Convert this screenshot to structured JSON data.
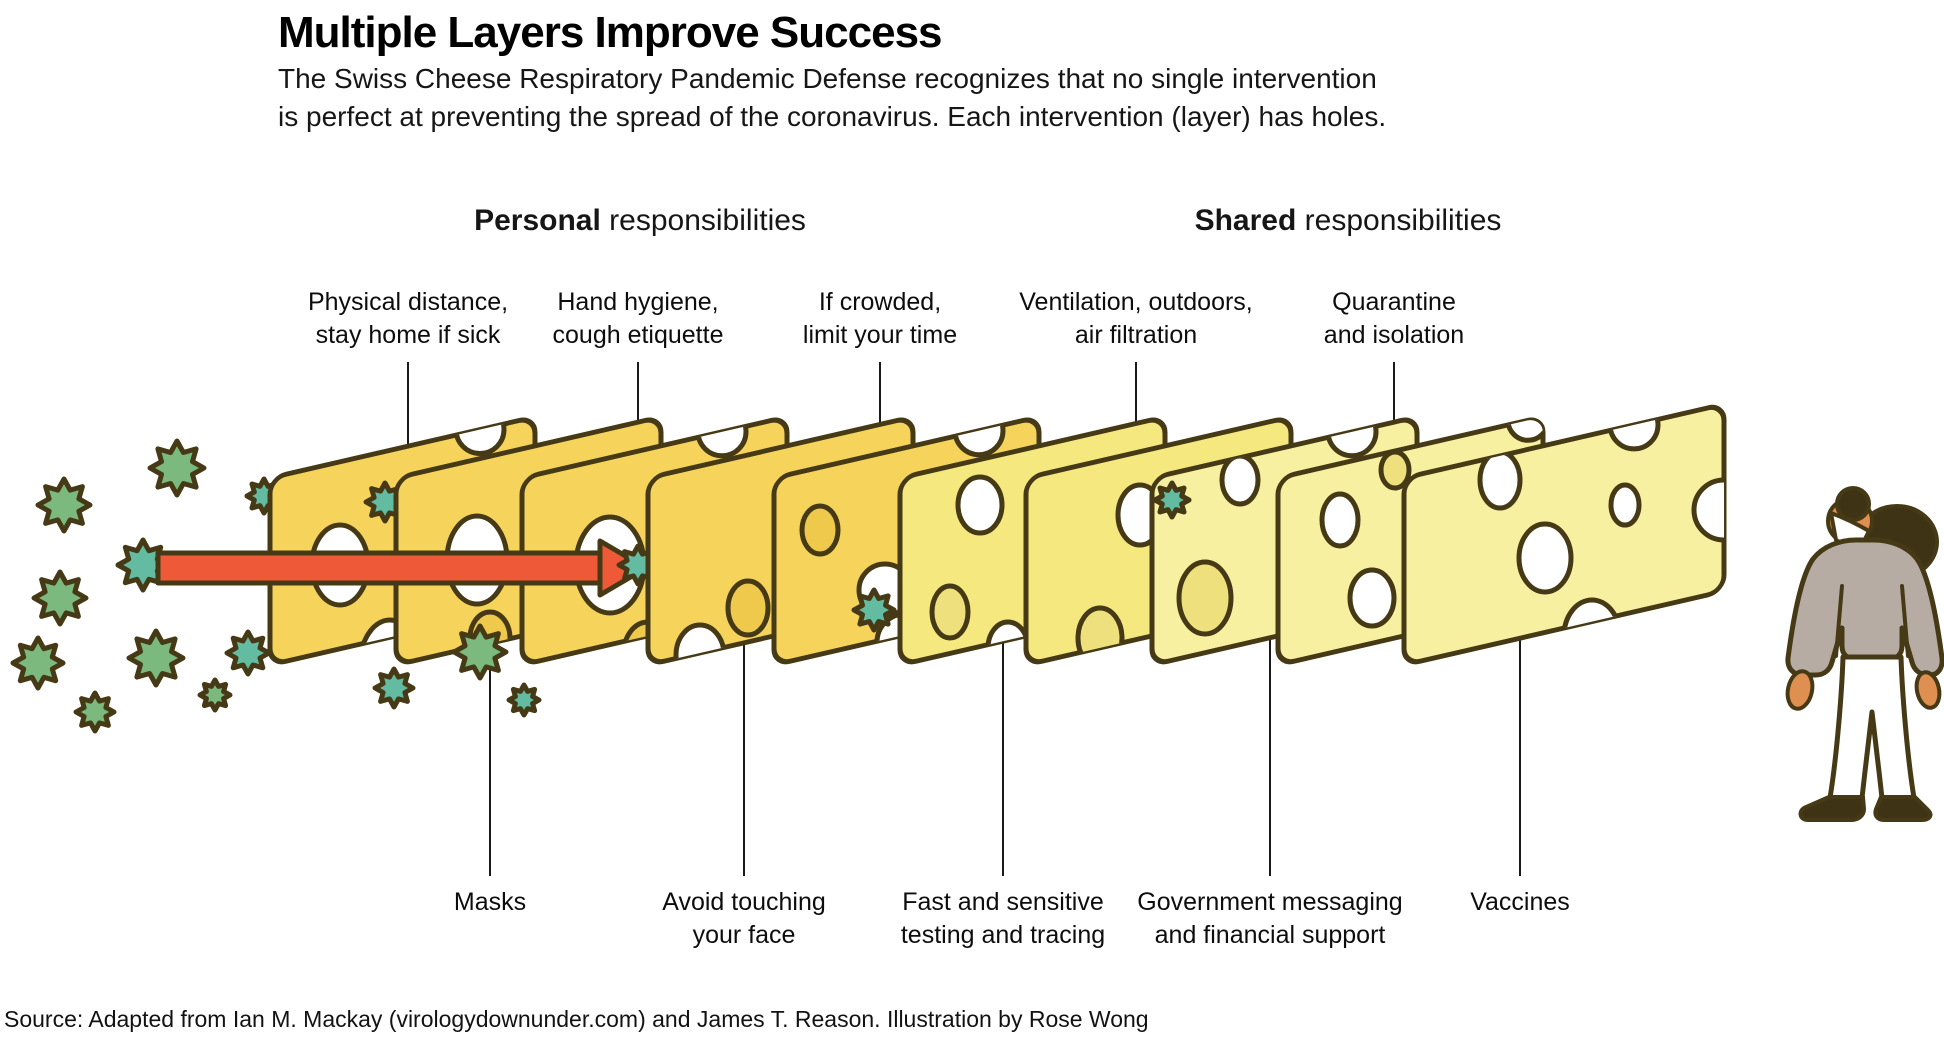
{
  "header": {
    "title": "Multiple Layers Improve Success",
    "subtitle": "The Swiss Cheese Respiratory Pandemic Defense recognizes that no single intervention\nis perfect at preventing the spread of the coronavirus. Each intervention (layer) has holes."
  },
  "section_headers": {
    "personal_bold": "Personal",
    "personal_rest": " responsibilities",
    "shared_bold": "Shared",
    "shared_rest": " responsibilities"
  },
  "top_labels": [
    "Physical distance,\nstay home if sick",
    "Hand hygiene,\ncough etiquette",
    "If crowded,\nlimit your time",
    "Ventilation, outdoors,\nair filtration",
    "Quarantine\nand isolation"
  ],
  "bottom_labels": [
    "Masks",
    "Avoid touching\nyour face",
    "Fast and sensitive\ntesting and tracing",
    "Government messaging\nand financial support",
    "Vaccines"
  ],
  "source": "Source: Adapted from Ian M. Mackay (virologydownunder.com) and James T. Reason. Illustration by Rose Wong",
  "palette": {
    "outline": "#463A16",
    "cheeseDark": "#F6D45C",
    "cheeseMid": "#F5E87F",
    "cheeseLight": "#F7F0A0",
    "holeOnDark": "#EFC94B",
    "holeOnLight": "#EFE07E",
    "arrow": "#EE5A38",
    "virusGreen": "#7CB97F",
    "virusTeal": "#63BCA2",
    "skin": "#DF8F4F",
    "sweater": "#B6ACA4",
    "hair": "#3E3415",
    "pants": "#FFFFFF",
    "mask": "#FFFFFF",
    "leader": "#1A1A1A",
    "text": "#000000",
    "subtext": "#161616"
  }
}
